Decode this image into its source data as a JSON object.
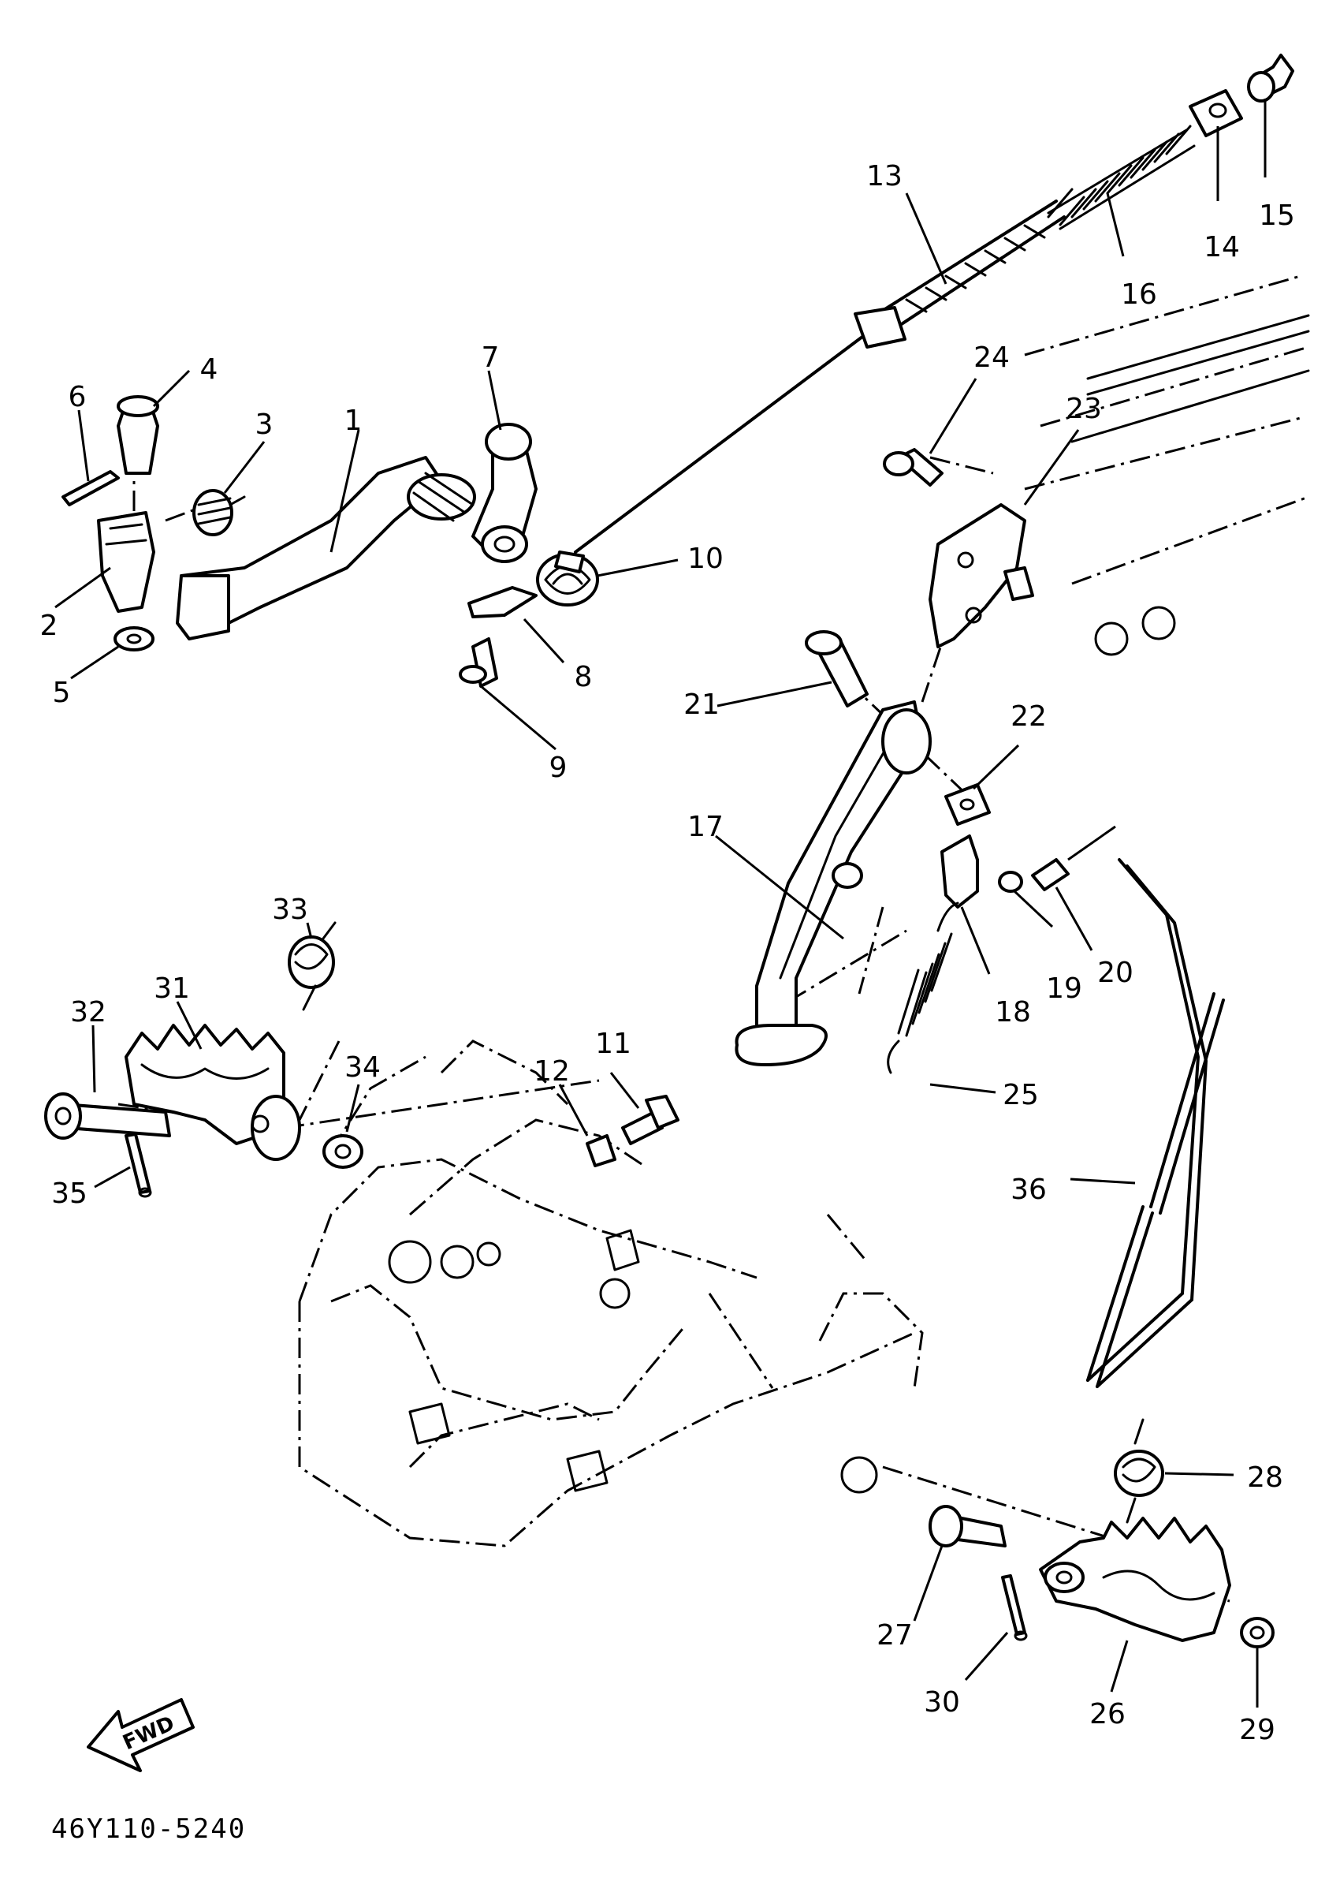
{
  "diagram": {
    "part_labels": [
      "1",
      "2",
      "3",
      "4",
      "5",
      "6",
      "7",
      "8",
      "9",
      "10",
      "11",
      "12",
      "13",
      "14",
      "15",
      "16",
      "17",
      "18",
      "19",
      "20",
      "21",
      "22",
      "23",
      "24",
      "25",
      "26",
      "27",
      "28",
      "29",
      "30",
      "31",
      "32",
      "33",
      "34",
      "35",
      "36"
    ],
    "direction_arrow": "FWD",
    "drawing_code": "46Y110-5240"
  }
}
